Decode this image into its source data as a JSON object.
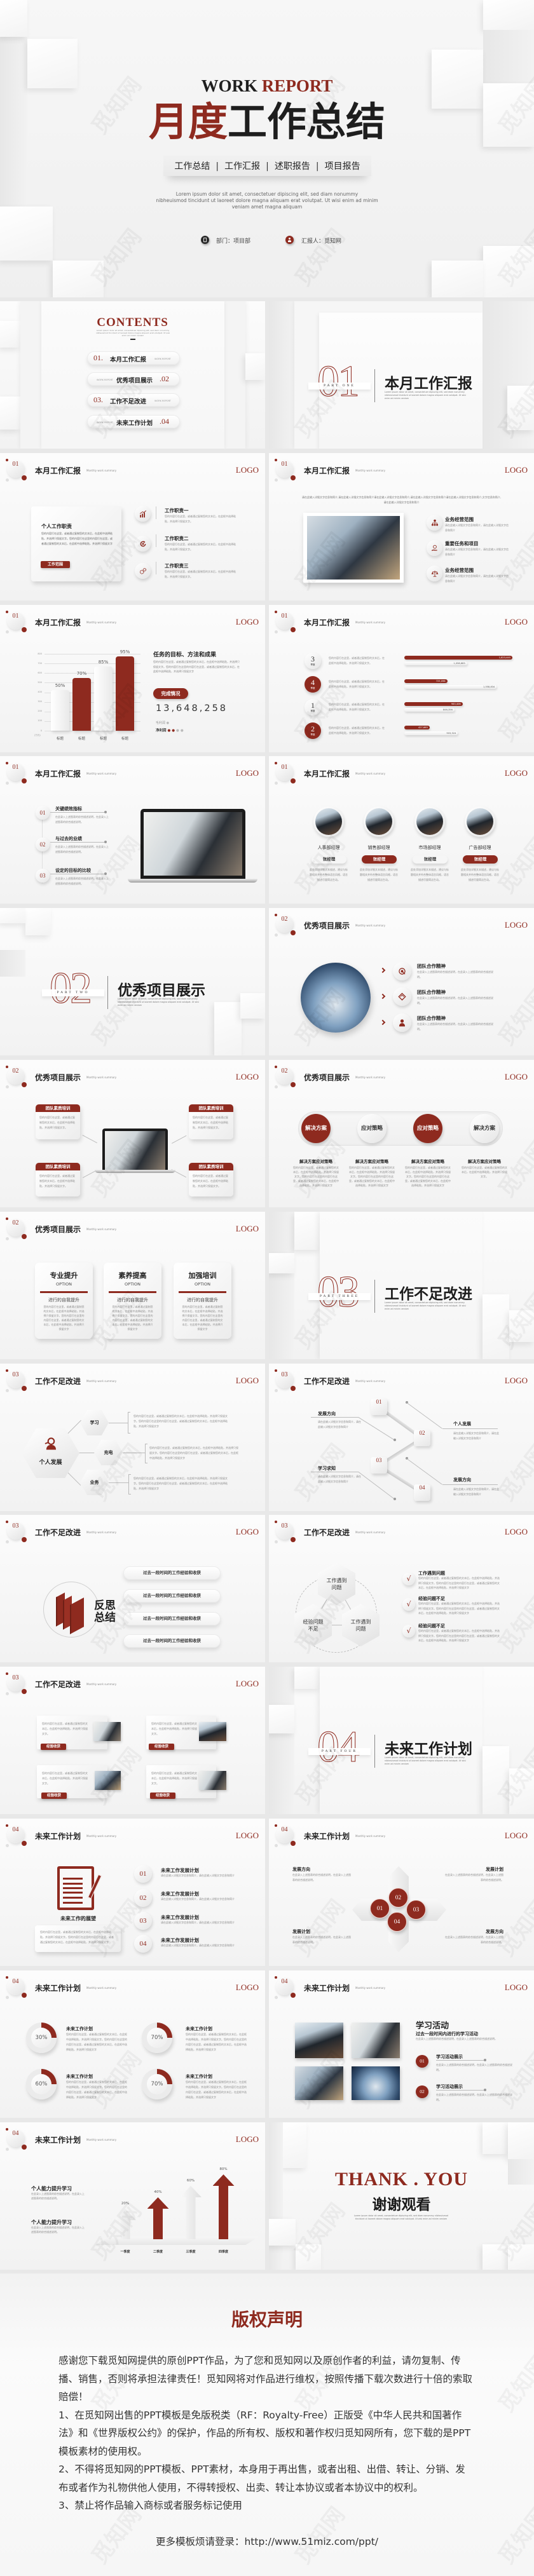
{
  "title_slide": {
    "eyebrow_left": "WORK",
    "eyebrow_right": "REPORT",
    "title_red": "月度",
    "title_black": "工作总结",
    "tags": [
      "工作总结",
      "工作汇报",
      "述职报告",
      "项目报告"
    ],
    "lorem": [
      "Lorem ipsum dolor sit amet, consectetuer dipiscing elit, sed diam nonummy",
      "nibheuismod tincidunt ut laoreet dolore magna aliquam erat volutpat. Ut wisi enim ad minim",
      "veniam amet magna aliquam"
    ],
    "dept": "部门：项目部",
    "reporter": "汇报人：觅知网"
  },
  "common": {
    "logo": "LOGO",
    "header_sub": "Monthly work summary",
    "tag_en": "WORK REPORT",
    "lorem_en": "Lorem ipsum dolor sit amet, consectetuer dipiscing elit, sed diam nonummy nibheuismod tincidunt ut laoreet dolore magna aliquam erat volutpat. Ut wisi enim ad minim veniam",
    "fill_a": "您的内容打在这里，或者通过复制您的文本后，在此框中选择粘贴，并选择只保留文字。",
    "fill_long": "您的内容打在这里，或者通过复制您的文本后，在此框中选择粘贴，并选择只保留文字。您的内容打在这里的内容打在这里，或者通过复制您的文本后，在此框中选择粘贴，并选择只保留文字",
    "fill_b": "请在此输入详细文字信息和简介，请在此输入详细文字信息和简介",
    "fill_c": "在此录入上述图表的综合描述说明，在此录入上述图表的综合描述说明。",
    "fill_d": "此处添加详细文本描述，建议与标题相关并符合整体语言风格，语言描述尽量简洁生动。",
    "fill_intro": "请在此输入详细文字信息和简介,请在此输入详细文字信息和简介请在此输入详细文字信息和简介,请在此输入详细文字信息和简介请在此输入详细文字信息和简介,文字信息和简介,请在此输入详细文字信息和简介"
  },
  "headers": [
    {
      "num": "01",
      "title": "本月工作汇报"
    },
    {
      "num": "02",
      "title": "优秀项目展示"
    },
    {
      "num": "03",
      "title": "工作不足改进"
    },
    {
      "num": "04",
      "title": "未来工作计划"
    }
  ],
  "contents": {
    "title": "CONTENTS",
    "items": [
      {
        "num": "01.",
        "label": "本月工作汇报"
      },
      {
        "num": ".02",
        "label": "优秀项目展示"
      },
      {
        "num": "03.",
        "label": "工作不足改进"
      },
      {
        "num": ".04",
        "label": "未来工作计划"
      }
    ]
  },
  "sections": [
    {
      "number": "01",
      "part": "PART ONE",
      "title": "本月工作汇报"
    },
    {
      "number": "02",
      "part": "PART TWO",
      "title": "优秀项目展示"
    },
    {
      "number": "03",
      "part": "PART THREE",
      "title": "工作不足改进"
    },
    {
      "number": "04",
      "part": "PART FOUR",
      "title": "未来工作计划"
    }
  ],
  "duties": {
    "card_title": "个人工作职责",
    "button": "工作范围",
    "items": [
      "工作职责一",
      "工作职责二",
      "工作职责三"
    ]
  },
  "scope": {
    "items": [
      "业务经营范围",
      "重要任务和项目",
      "业务经营范围"
    ]
  },
  "task": {
    "title": "任务的目标、方法和成果",
    "button": "完成情况",
    "total": "13,648,258",
    "legend": [
      "毛利润",
      "净利润"
    ]
  },
  "quarters": {
    "unit": "季度",
    "items": [
      "3",
      "4",
      "1",
      "2"
    ]
  },
  "kpi": {
    "items": [
      {
        "num": "01",
        "title": "关键绩效指标"
      },
      {
        "num": "02",
        "title": "与过去的业绩"
      },
      {
        "num": "03",
        "title": "设定的目标的比较"
      }
    ]
  },
  "managers": {
    "items": [
      {
        "role": "人事部经理",
        "name": "张经理"
      },
      {
        "role": "销售部经理",
        "name": "张经理"
      },
      {
        "role": "市场部经理",
        "name": "张经理"
      },
      {
        "role": "广告部经理",
        "name": "张经理"
      }
    ]
  },
  "teamwork": {
    "items": [
      "团队合作精神",
      "团队合作精神",
      "团队合作精神"
    ]
  },
  "training": {
    "cards": [
      "团队素质培训",
      "团队素质培训",
      "团队素质培训",
      "团队素质培训"
    ]
  },
  "solutions": {
    "circles": [
      "解决方案",
      "应对策略",
      "应对策略",
      "解决方案"
    ],
    "captions": [
      "解决方案应对策略",
      "解决方案应对策略",
      "解决方案应对策略",
      "解决方案应对策略"
    ]
  },
  "options": {
    "cards": [
      {
        "title": "专业提升",
        "tag": "OPTION",
        "sub": "进行的自我提升"
      },
      {
        "title": "素养提高",
        "tag": "OPTION",
        "sub": "进行的自我提升"
      },
      {
        "title": "加强培训",
        "tag": "OPTION",
        "sub": "进行的自我提升"
      }
    ]
  },
  "personal": {
    "center": "个人发展",
    "items": [
      "学习",
      "充电",
      "业务"
    ]
  },
  "branches": {
    "nums": [
      "01",
      "02",
      "03",
      "04"
    ],
    "labels": [
      "发展方向",
      "个人发展",
      "学习求知",
      "发展方向"
    ]
  },
  "reflect": {
    "title": [
      "反思",
      "总结"
    ],
    "pills": [
      "过去一段时间的工作经验和收获",
      "过去一段时间的工作经验和收获",
      "过去一段时间的工作经验和收获",
      "过去一段时间的工作经验和收获"
    ]
  },
  "cycle": {
    "hexes": [
      "工作遇到问题",
      "经验问题不足",
      "工作遇到问题"
    ],
    "items": [
      "工作遇到问题",
      "经验问题不足",
      "经验问题不足"
    ]
  },
  "gains": {
    "buttons": [
      "经验收获",
      "经验收获",
      "经验收获",
      "经验收获"
    ]
  },
  "plans": {
    "caption": "未来工作的展望",
    "items": [
      {
        "num": "01",
        "title": "未来工作发展计划"
      },
      {
        "num": "02",
        "title": "未来工作发展计划"
      },
      {
        "num": "03",
        "title": "未来工作发展计划"
      },
      {
        "num": "04",
        "title": "未来工作发展计划"
      }
    ]
  },
  "clover": {
    "nums": [
      "01",
      "02",
      "03",
      "04"
    ],
    "labels": [
      "发展方向",
      "发展计划",
      "发展计划",
      "发展方向"
    ]
  },
  "donuts": {
    "items": [
      {
        "pct": "30%",
        "title": "未来工作计划"
      },
      {
        "pct": "70%",
        "title": "未来工作计划"
      },
      {
        "pct": "60%",
        "title": "未来工作计划"
      },
      {
        "pct": "70%",
        "title": "未来工作计划"
      }
    ]
  },
  "study": {
    "title": "学习活动",
    "subtitle": "过去一段时间内进行的学习活动",
    "items": [
      {
        "num": "01",
        "title": "学习活动展示"
      },
      {
        "num": "02",
        "title": "学习活动展示"
      }
    ]
  },
  "growth": {
    "texts": [
      "个人能力提升学习",
      "个人能力提升学习"
    ]
  },
  "thanks": {
    "en": "THANK . YOU",
    "cn": "谢谢观看"
  },
  "copyright": {
    "title": "版权声明",
    "paragraphs": [
      "感谢您下载觅知网提供的原创PPT作品，为了您和觅知网以及原创作者的利益，请勿复制、传播、销售，否则将承担法律责任！觅知网将对作品进行维权，按照传播下载次数进行十倍的索取赔偿！",
      "1、在觅知网出售的PPT模板是免版税类（RF：Royalty-Free）正版受《中华人民共和国著作法》和《世界版权公约》的保护，作品的所有权、版权和著作权归觅知网所有，您下载的是PPT模板素材的使用权。",
      "2、不得将觅知网的PPT模板、PPT素材，本身用于再出售，或者出租、出借、转让、分销、发布或者作为礼物供他人使用，不得转授权、出卖、转让本协议或者本协议中的权利。",
      "3、禁止将作品输入商标或者服务标记使用"
    ],
    "footer": "更多模板烦请登录：http://www.51miz.com/ppt/"
  },
  "watermark": {
    "text": "觅知网"
  },
  "colors": {
    "accent": "#8e2a1f",
    "text": "#222222",
    "background": "#f4f4f4"
  },
  "chart_data": [
    {
      "type": "bar",
      "title": "",
      "categories": [
        "标题",
        "标题",
        "标题",
        "标题"
      ],
      "values": [
        420,
        550,
        670,
        775
      ],
      "labels": [
        "50%",
        "70%",
        "85%",
        "95%"
      ],
      "colors": [
        "#f6f6f6",
        "#8e2a1f",
        "#f6f6f6",
        "#8e2a1f"
      ],
      "xlabel": "",
      "ylabel": "(万元)",
      "ylim": [
        0,
        800
      ],
      "yticks": [
        0,
        100,
        200,
        300,
        400,
        500,
        600,
        700,
        800
      ],
      "grid": true
    },
    {
      "type": "bar",
      "orientation": "horizontal",
      "categories": [
        "3季度",
        "4季度",
        "1季度",
        "2季度"
      ],
      "series": [
        {
          "name": "red",
          "values": [
            1823445,
            725098,
            983406,
            427683
          ],
          "labels": [
            "1,823,445",
            "725,098",
            "983,406",
            "427,683"
          ]
        },
        {
          "name": "white",
          "values": [
            1058683,
            1558834,
            846356,
            903324
          ],
          "labels": [
            "1,058,683",
            "1,558,834",
            "846,356",
            "903,324"
          ]
        }
      ]
    },
    {
      "type": "pie",
      "style": "donut",
      "labels": [
        "30%",
        "70%",
        "60%",
        "70%"
      ],
      "values": [
        30,
        70,
        60,
        70
      ]
    },
    {
      "type": "bar",
      "style": "arrows",
      "categories": [
        "一季度",
        "二季度",
        "三季度",
        "四季度"
      ],
      "values": [
        20,
        40,
        60,
        80
      ],
      "labels": [
        "20%",
        "40%",
        "60%",
        "80%"
      ],
      "colors": [
        "#efefef",
        "#8e2a1f",
        "#efefef",
        "#8e2a1f"
      ]
    }
  ]
}
